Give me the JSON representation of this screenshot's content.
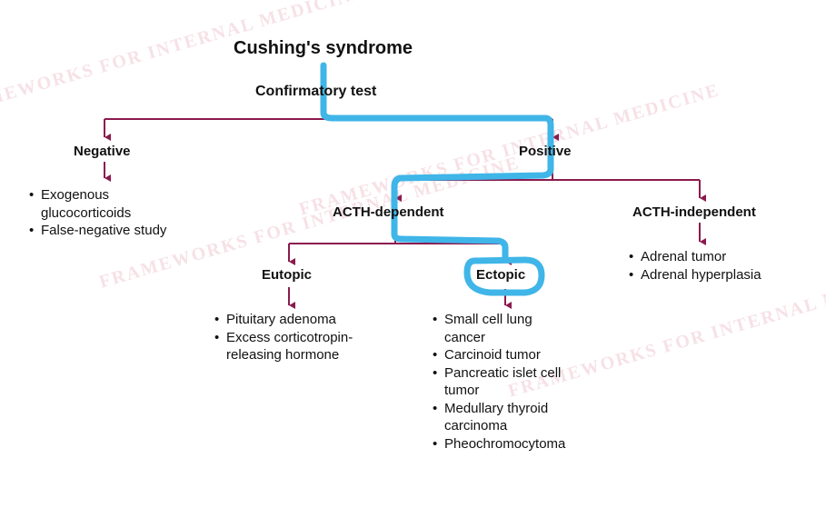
{
  "diagram": {
    "title": "Cushing's syndrome",
    "test": "Confirmatory test",
    "negative": {
      "label": "Negative",
      "items": [
        "Exogenous glucocorticoids",
        "False-negative study"
      ]
    },
    "positive": {
      "label": "Positive"
    },
    "acth_dependent": {
      "label": "ACTH-dependent"
    },
    "acth_independent": {
      "label": "ACTH-independent",
      "items": [
        "Adrenal tumor",
        "Adrenal hyperplasia"
      ]
    },
    "eutopic": {
      "label": "Eutopic",
      "items": [
        "Pituitary adenoma",
        "Excess corticotropin-releasing hormone"
      ]
    },
    "ectopic": {
      "label": "Ectopic",
      "items": [
        "Small cell lung cancer",
        "Carcinoid tumor",
        "Pancreatic islet cell tumor",
        "Medullary thyroid carcinoma",
        "Pheochromocytoma"
      ]
    }
  },
  "watermark": "FRAMEWORKS FOR INTERNAL MEDICINE",
  "colors": {
    "connector": "#8b1a4e",
    "annotation": "#3fb5e8",
    "watermark": "#d6788c"
  }
}
